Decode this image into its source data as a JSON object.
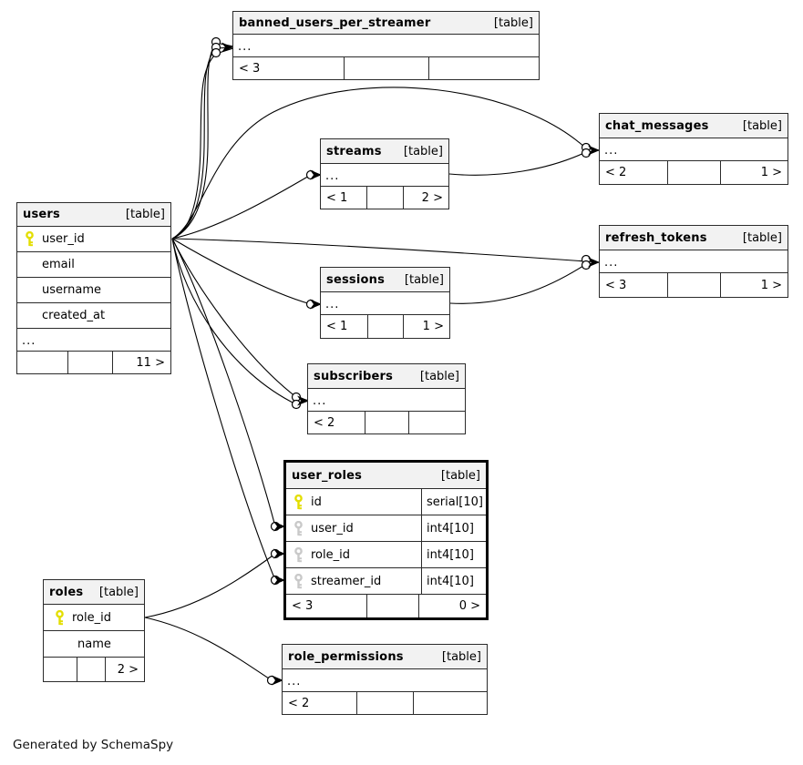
{
  "generator_note": "Generated by SchemaSpy",
  "tag": "[table]",
  "ellipsis": "...",
  "tables": {
    "banned_users_per_streamer": {
      "title": "banned_users_per_streamer",
      "footer": [
        "< 3",
        "",
        ""
      ]
    },
    "chat_messages": {
      "title": "chat_messages",
      "footer": [
        "< 2",
        "",
        "1 >"
      ]
    },
    "streams": {
      "title": "streams",
      "footer": [
        "< 1",
        "",
        "2 >"
      ]
    },
    "refresh_tokens": {
      "title": "refresh_tokens",
      "footer": [
        "< 3",
        "",
        "1 >"
      ]
    },
    "users": {
      "title": "users",
      "columns": [
        {
          "name": "user_id",
          "key": "primary"
        },
        {
          "name": "email"
        },
        {
          "name": "username"
        },
        {
          "name": "created_at"
        }
      ],
      "footer": [
        "",
        "",
        "11 >"
      ]
    },
    "sessions": {
      "title": "sessions",
      "footer": [
        "< 1",
        "",
        "1 >"
      ]
    },
    "subscribers": {
      "title": "subscribers",
      "footer": [
        "< 2",
        "",
        ""
      ]
    },
    "user_roles": {
      "title": "user_roles",
      "columns": [
        {
          "name": "id",
          "type": "serial[10]",
          "key": "primary"
        },
        {
          "name": "user_id",
          "type": "int4[10]",
          "key": "foreign"
        },
        {
          "name": "role_id",
          "type": "int4[10]",
          "key": "foreign"
        },
        {
          "name": "streamer_id",
          "type": "int4[10]",
          "key": "foreign"
        }
      ],
      "footer": [
        "< 3",
        "",
        "0 >"
      ]
    },
    "roles": {
      "title": "roles",
      "columns": [
        {
          "name": "role_id",
          "key": "primary"
        },
        {
          "name": "name"
        }
      ],
      "footer": [
        "",
        "",
        "2 >"
      ]
    },
    "role_permissions": {
      "title": "role_permissions",
      "footer": [
        "< 2",
        "",
        ""
      ]
    }
  },
  "relationships": [
    {
      "from": "users.user_id",
      "to": "banned_users_per_streamer",
      "lines": 3
    },
    {
      "from": "users.user_id",
      "to": "chat_messages",
      "lines": 1
    },
    {
      "from": "streams",
      "to": "chat_messages",
      "lines": 1
    },
    {
      "from": "users.user_id",
      "to": "streams",
      "lines": 1
    },
    {
      "from": "users.user_id",
      "to": "refresh_tokens",
      "lines": 1
    },
    {
      "from": "sessions",
      "to": "refresh_tokens",
      "lines": 1
    },
    {
      "from": "users.user_id",
      "to": "sessions",
      "lines": 1
    },
    {
      "from": "users.user_id",
      "to": "subscribers",
      "lines": 2
    },
    {
      "from": "users.user_id",
      "to": "user_roles.user_id",
      "lines": 1
    },
    {
      "from": "users.user_id",
      "to": "user_roles.streamer_id",
      "lines": 1
    },
    {
      "from": "roles.role_id",
      "to": "user_roles.role_id",
      "lines": 1
    },
    {
      "from": "roles.role_id",
      "to": "role_permissions",
      "lines": 1
    }
  ],
  "colors": {
    "primary_key": "#e3de00",
    "foreign_key": "#c9c9c9",
    "header_bg": "#f2f2f2",
    "line": "#000000"
  }
}
